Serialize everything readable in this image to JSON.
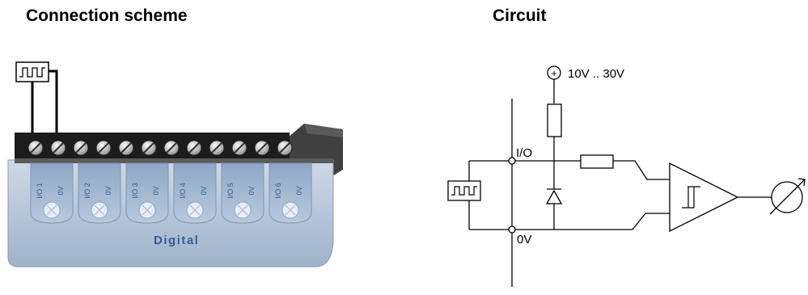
{
  "headings": {
    "connection_scheme": "Connection scheme",
    "circuit": "Circuit"
  },
  "terminal_labels": [
    {
      "io": "I/O 1",
      "gnd": "0V"
    },
    {
      "io": "I/O 2",
      "gnd": "0V"
    },
    {
      "io": "I/O 3",
      "gnd": "0V"
    },
    {
      "io": "I/O 4",
      "gnd": "0V"
    },
    {
      "io": "I/O 5",
      "gnd": "0V"
    },
    {
      "io": "I/O 6",
      "gnd": "0V"
    }
  ],
  "module_label": "Digital",
  "circuit": {
    "supply_label": "10V .. 30V",
    "supply_symbol": "+",
    "io_label": "I/O",
    "gnd_label": "0V"
  },
  "colors": {
    "module_blue": "#2f5f95",
    "module_body": "#b7c6d8",
    "terminal_dark": "#1c1c1c"
  }
}
